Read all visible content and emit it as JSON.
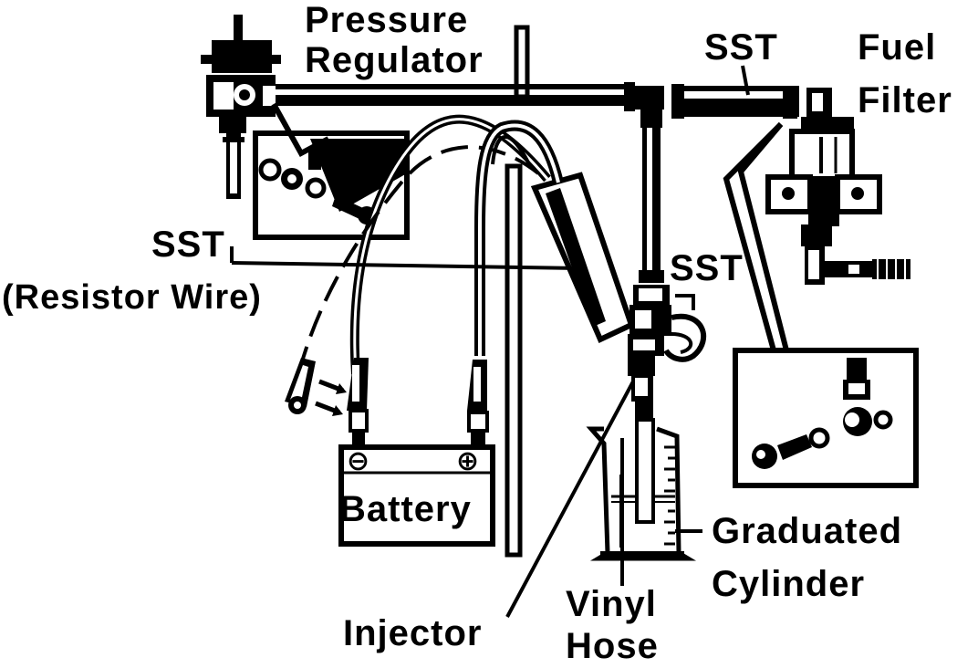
{
  "labels": {
    "pressure_regulator": [
      "Pressure",
      "Regulator"
    ],
    "sst_top": "SST",
    "fuel_filter": [
      "Fuel",
      "Filter"
    ],
    "sst_resistor": "SST",
    "resistor_wire": "(Resistor Wire)",
    "sst_right": "SST",
    "battery": "Battery",
    "graduated_cylinder": [
      "Graduated",
      "Cylinder"
    ],
    "injector": "Injector",
    "vinyl_hose": [
      "Vinyl",
      "Hose"
    ]
  },
  "battery_terminals": {
    "negative": "⊖",
    "positive": "⊕"
  },
  "colors": {
    "ink": "#000000",
    "paper": "#ffffff"
  }
}
